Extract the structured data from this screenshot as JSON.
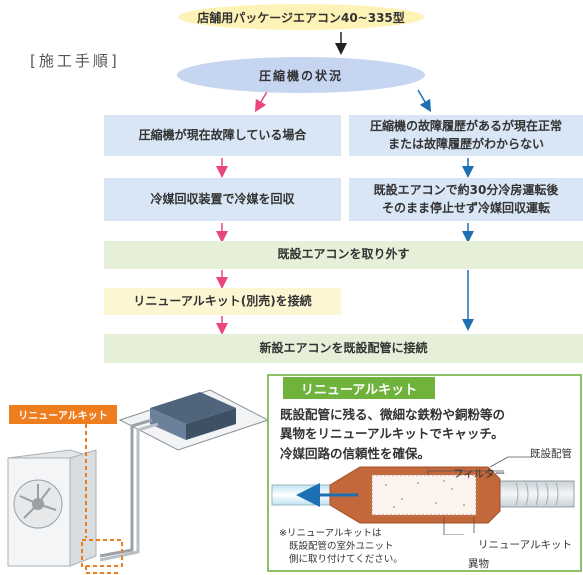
{
  "header": {
    "title": "店舗用パッケージエアコン40~335型",
    "procedure_label": "[施工手順]",
    "status": "圧縮機の状況"
  },
  "left_branch": {
    "step1": "圧縮機が現在故障している場合",
    "step2": "冷媒回収装置で冷媒を回収"
  },
  "right_branch": {
    "step1_line1": "圧縮機の故障履歴があるが現在正常",
    "step1_line2": "または故障履歴がわからない",
    "step2_line1": "既設エアコンで約30分冷房運転後",
    "step2_line2": "そのまま停止せず冷媒回収運転"
  },
  "common": {
    "remove": "既設エアコンを取り外す",
    "connect_kit": "リニューアルキット(別売)を接続",
    "connect_new": "新設エアコンを既設配管に接続"
  },
  "kit_panel": {
    "tab": "リニューアルキット",
    "desc_line1": "既設配管に残る、微細な鉄粉や銅粉等の",
    "desc_line2": "異物をリニューアルキットでキャッチ。",
    "desc_line3": "冷媒回路の信頼性を確保。",
    "label_existing_pipe": "既設配管",
    "label_filter": "フィルター",
    "label_kit": "リニューアルキット",
    "label_foreign": "異物",
    "note_line1": "※リニューアルキットは",
    "note_line2": "既設配管の室外ユニット",
    "note_line3": "側に取り付けてください。"
  },
  "illustration": {
    "tag": "リニューアルキット"
  },
  "colors": {
    "pink_arrow": "#e8467c",
    "blue_arrow": "#1f6fb5",
    "orange": "#ee7d1e",
    "green": "#6fb33c"
  }
}
